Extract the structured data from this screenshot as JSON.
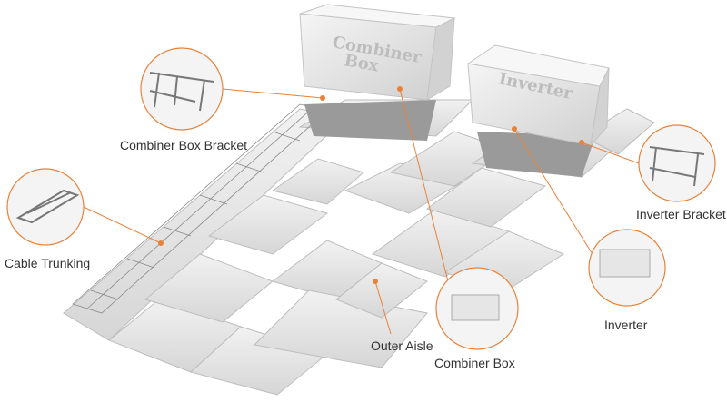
{
  "accent_color": "#e8823a",
  "labels": {
    "combiner_box_bracket": "Combiner Box Bracket",
    "cable_trunking": "Cable Trunking",
    "inverter_bracket": "Inverter Bracket",
    "inverter": "Inverter",
    "outer_aisle": "Outer Aisle",
    "combiner_box": "Combiner Box"
  },
  "equipment_text": {
    "combiner_line1": "Combiner",
    "combiner_line2": "Box",
    "inverter": "Inverter"
  }
}
